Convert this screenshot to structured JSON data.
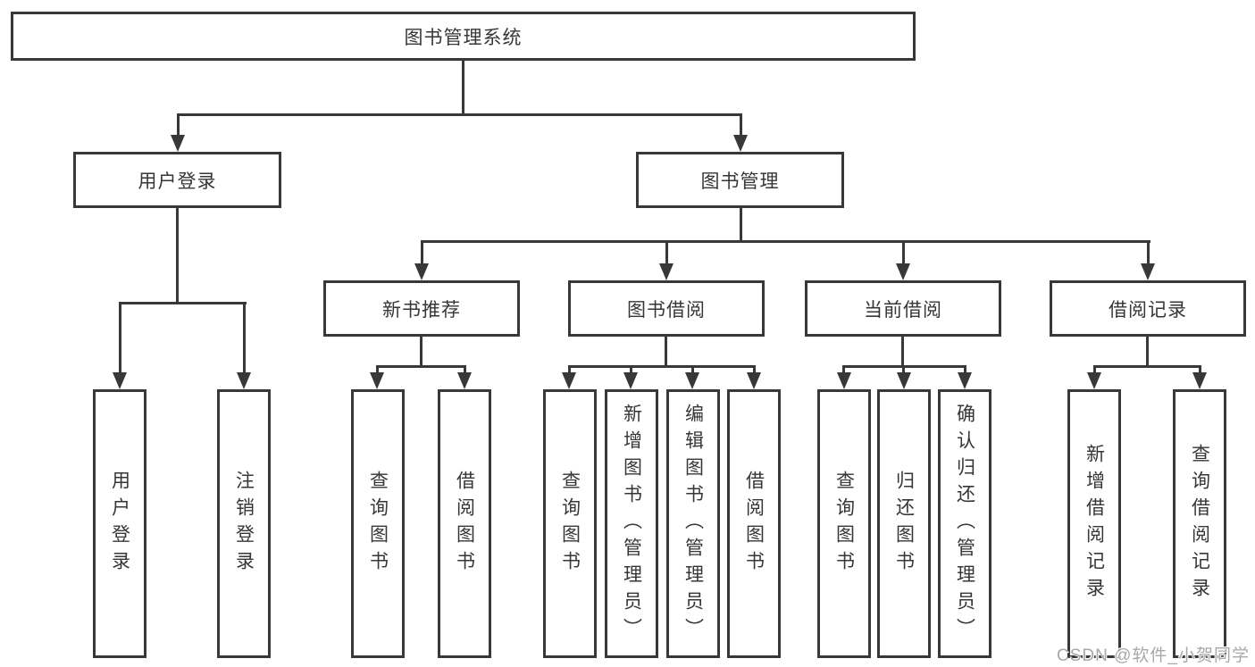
{
  "tree": {
    "root": "图书管理系统",
    "branches": [
      {
        "label": "用户登录",
        "leaves": [
          "用户登录",
          "注销登录"
        ]
      },
      {
        "label": "图书管理",
        "groups": [
          {
            "label": "新书推荐",
            "leaves": [
              "查询图书",
              "借阅图书"
            ]
          },
          {
            "label": "图书借阅",
            "leaves": [
              "查询图书",
              "新增图书（管理员）",
              "编辑图书（管理员）",
              "借阅图书"
            ]
          },
          {
            "label": "当前借阅",
            "leaves": [
              "查询图书",
              "归还图书",
              "确认归还（管理员）"
            ]
          },
          {
            "label": "借阅记录",
            "leaves": [
              "新增借阅记录",
              "查询借阅记录"
            ]
          }
        ]
      }
    ]
  },
  "watermark": {
    "text": "CSDN @软件_小贺同学"
  },
  "colors": {
    "line": "#383838",
    "text": "#363636",
    "background": "#ffffff",
    "watermark": "#a8a8a8"
  }
}
